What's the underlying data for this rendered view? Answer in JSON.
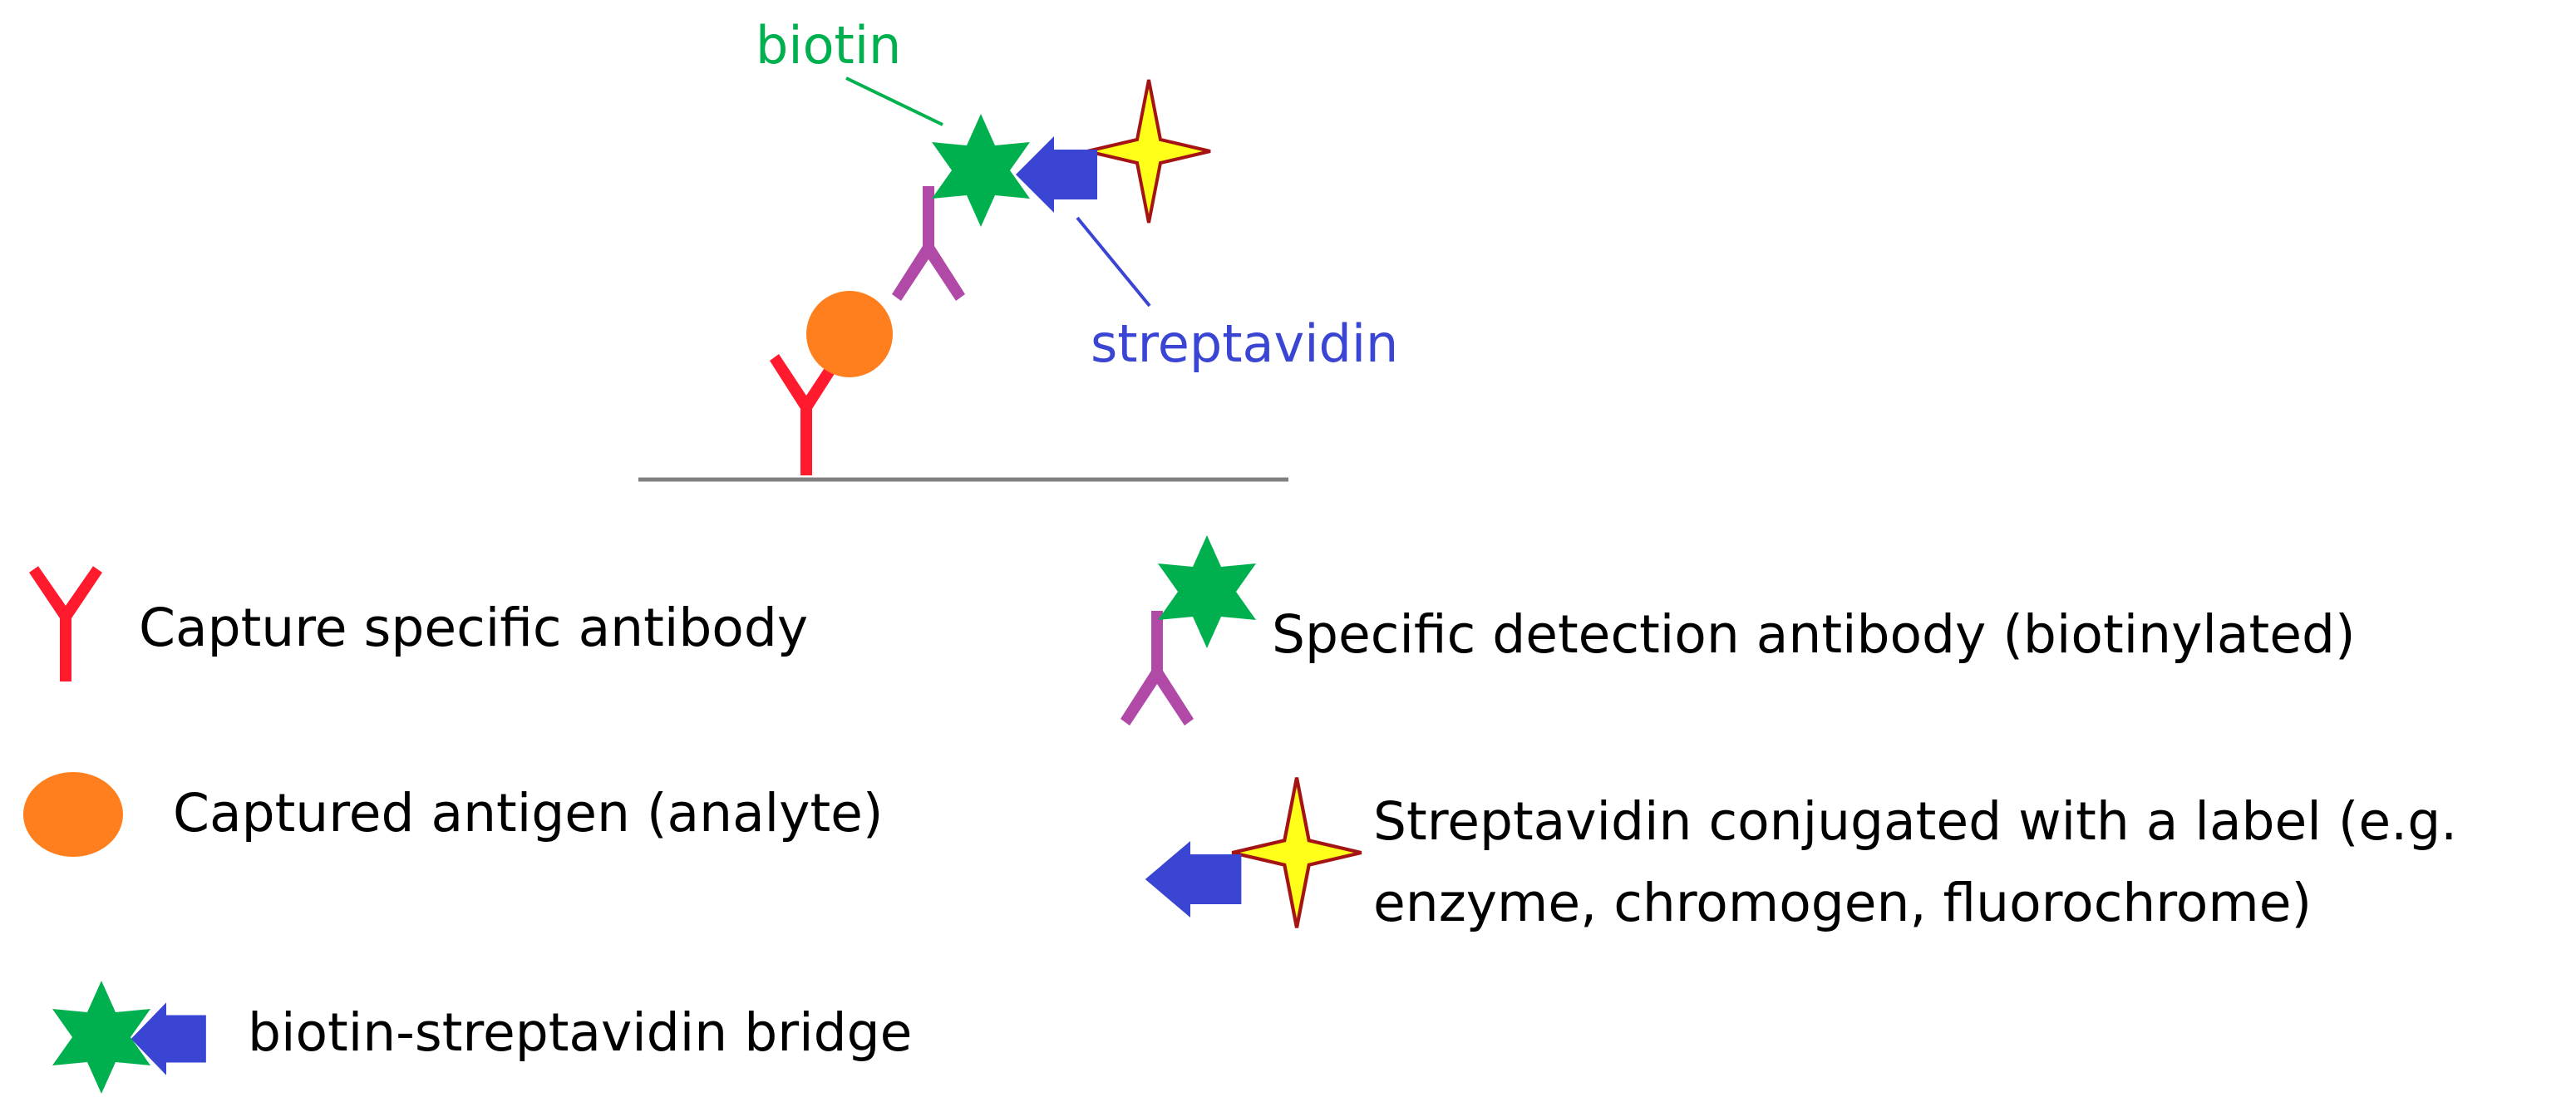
{
  "colors": {
    "capture_antibody": "#ff1a2e",
    "antigen": "#ff7f1e",
    "detection_antibody": "#b04aa6",
    "biotin": "#00b04f",
    "streptavidin": "#3a45d3",
    "label_fill": "#ffff19",
    "label_stroke": "#a51414",
    "surface": "#808080",
    "biotin_text": "#00b04f",
    "streptavidin_text": "#3a45d3"
  },
  "diagram": {
    "biotin_label": "biotin",
    "streptavidin_label": "streptavidin"
  },
  "legend": {
    "capture_antibody": "Capture specific antibody",
    "captured_antigen": "Captured antigen (analyte)",
    "bridge": "biotin-streptavidin bridge",
    "detection_antibody": "Specific detection antibody (biotinylated)",
    "streptavidin_label_line1": "Streptavidin conjugated with a label (e.g.",
    "streptavidin_label_line2": "enzyme, chromogen, fluorochrome)"
  }
}
